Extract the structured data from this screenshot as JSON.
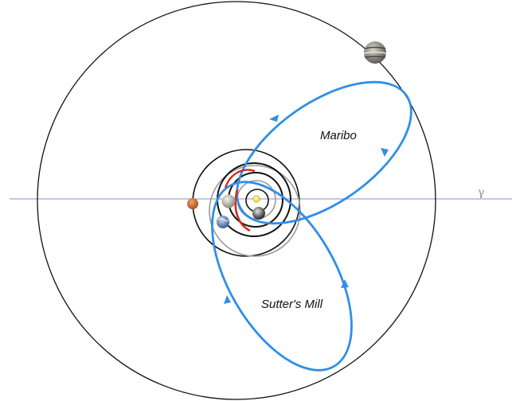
{
  "diagram": {
    "labels": {
      "maribo": "Maribo",
      "sutters_mill": "Sutter's Mill",
      "vernal_equinox": "γ"
    },
    "bodies": [
      {
        "name": "sun",
        "color": "#f5e62a"
      },
      {
        "name": "mercury",
        "color": "#9a9a9a"
      },
      {
        "name": "venus",
        "color": "#d8d3c6"
      },
      {
        "name": "earth",
        "color": "#5f7fb8"
      },
      {
        "name": "mars",
        "color": "#d2773c"
      },
      {
        "name": "jupiter",
        "color": "#8a8580"
      }
    ],
    "colors": {
      "orbit": "#111111",
      "inner_orbit": "#9a9a9a",
      "meteoroid_orbit": "#2f8fe6",
      "perihelion_arc": "#d42a1e",
      "ecliptic_line": "#9da4d6"
    }
  }
}
